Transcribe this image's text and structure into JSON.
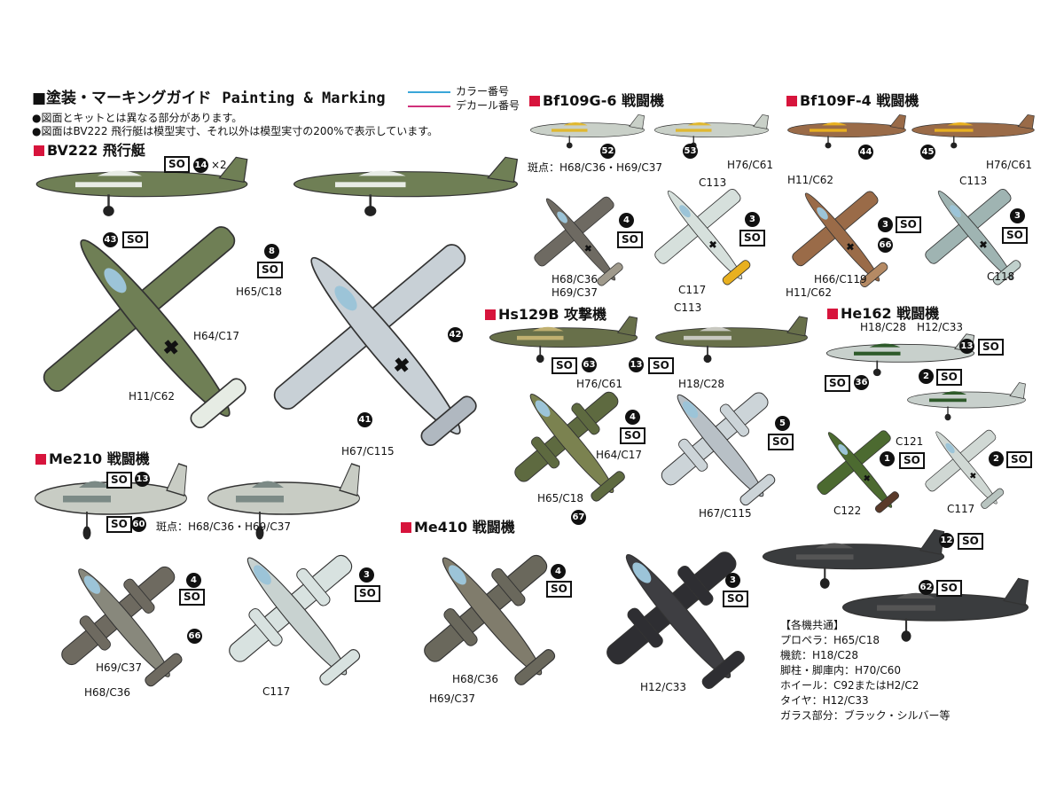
{
  "header": {
    "title": "■塗装・マーキングガイド",
    "title_en": "Painting & Marking",
    "legend_color": "カラー番号",
    "legend_decal": "デカール番号",
    "color_line": "#3aa6d8",
    "decal_line": "#d0307a"
  },
  "notes": [
    "●図面とキットとは異なる部分があります。",
    "●図面はBV222 飛行艇は模型実寸、それ以外は模型実寸の200%で表示しています。"
  ],
  "decal_tag": "SO",
  "bv222": {
    "title": "BV222 飛行艇",
    "n14": "14",
    "x2": "×2",
    "n43": "43",
    "n8": "8",
    "n42": "42",
    "n41": "41",
    "c1": "H65/C18",
    "c2": "H64/C17",
    "c3": "H11/C62",
    "c4": "H67/C115"
  },
  "bf109g6": {
    "title": "Bf109G-6 戦闘機",
    "n52": "52",
    "n53": "53",
    "n4": "4",
    "n3": "3",
    "c1": "H76/C61",
    "mottle": "斑点：H68/C36・H69/C37",
    "c2": "C113",
    "c3": "H68/C36",
    "c4": "H69/C37",
    "c5": "C117",
    "c6": "C113"
  },
  "bf109f4": {
    "title": "Bf109F-4 戦闘機",
    "n44": "44",
    "n45": "45",
    "n3a": "3",
    "n66": "66",
    "n3b": "3",
    "c1": "H76/C61",
    "c2": "H11/C62",
    "c3": "H66/C119",
    "c4": "H11/C62",
    "c5": "C113",
    "c6": "C118"
  },
  "hs129b": {
    "title": "Hs129B 攻撃機",
    "n63": "63",
    "n13": "13",
    "n4": "4",
    "n67": "67",
    "n5": "5",
    "c1": "H76/C61",
    "c2": "H64/C17",
    "c3": "H65/C18",
    "c4": "H18/C28",
    "c5": "H67/C115"
  },
  "he162": {
    "title": "He162 戦闘機",
    "n13": "13",
    "n2a": "2",
    "n36": "36",
    "n1": "1",
    "n2b": "2",
    "c1": "H18/C28",
    "c2": "H12/C33",
    "c3": "C121",
    "c4": "C122",
    "c5": "C117"
  },
  "me210": {
    "title": "Me210 戦闘機",
    "n13": "13",
    "n60": "60",
    "n4": "4",
    "n66": "66",
    "n3": "3",
    "mottle": "斑点：H68/C36・H69/C37",
    "c1": "H69/C37",
    "c2": "H68/C36",
    "c3": "C117"
  },
  "me410": {
    "title": "Me410 戦闘機",
    "n4": "4",
    "n3": "3",
    "c1": "H68/C36",
    "c2": "H69/C37",
    "c3": "H12/C33",
    "n12": "12",
    "n62": "62"
  },
  "common": {
    "title": "【各機共通】",
    "items": [
      "プロペラ：H65/C18",
      "機銃：H18/C28",
      "脚柱・脚庫内：H70/C60",
      "ホイール：C92またはH2/C2",
      "タイヤ：H12/C33",
      "ガラス部分：ブラック・シルバー等"
    ]
  }
}
